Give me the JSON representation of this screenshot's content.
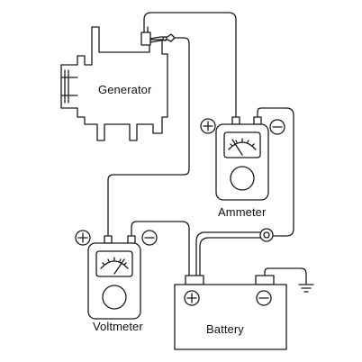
{
  "labels": {
    "generator": "Generator",
    "ammeter": "Ammeter",
    "voltmeter": "Voltmeter",
    "battery": "Battery"
  },
  "symbols": {
    "plus": "+",
    "minus": "−"
  },
  "colors": {
    "line": "#1a1a1a",
    "background": "#ffffff"
  }
}
